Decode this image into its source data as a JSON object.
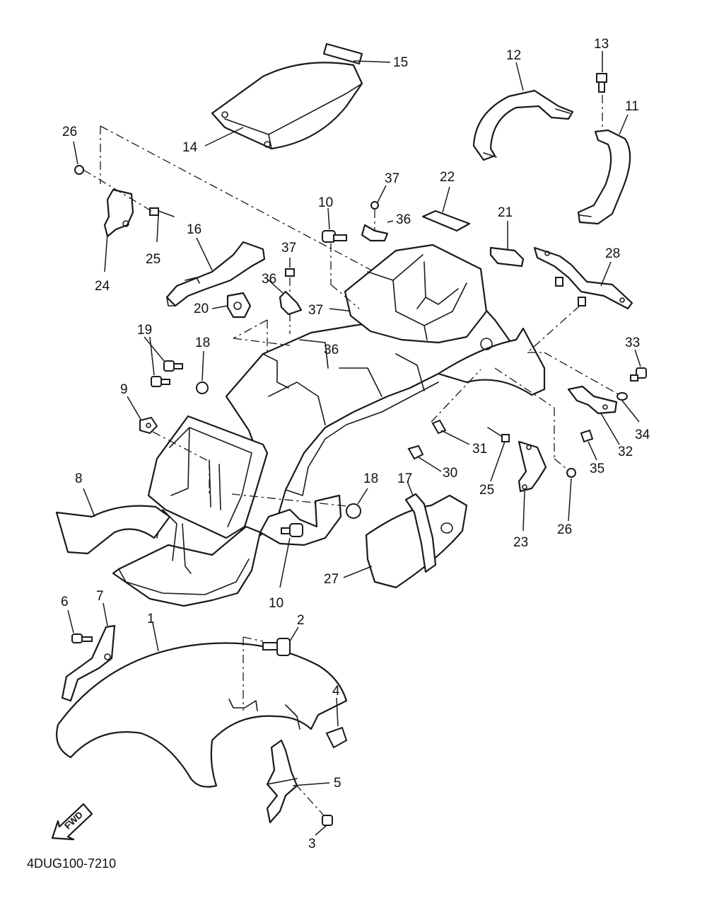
{
  "diagram": {
    "code": "4DUG100-7210",
    "fwd_label": "FWD",
    "callouts": [
      {
        "id": "c15",
        "label": "15"
      },
      {
        "id": "c14",
        "label": "14"
      },
      {
        "id": "c12",
        "label": "12"
      },
      {
        "id": "c13",
        "label": "13"
      },
      {
        "id": "c11",
        "label": "11"
      },
      {
        "id": "c26a",
        "label": "26"
      },
      {
        "id": "c25a",
        "label": "25"
      },
      {
        "id": "c24",
        "label": "24"
      },
      {
        "id": "c16",
        "label": "16"
      },
      {
        "id": "c10a",
        "label": "10"
      },
      {
        "id": "c37a",
        "label": "37"
      },
      {
        "id": "c36a",
        "label": "36"
      },
      {
        "id": "c22",
        "label": "22"
      },
      {
        "id": "c21",
        "label": "21"
      },
      {
        "id": "c28",
        "label": "28"
      },
      {
        "id": "c37b",
        "label": "37"
      },
      {
        "id": "c36b",
        "label": "36"
      },
      {
        "id": "c20",
        "label": "20"
      },
      {
        "id": "c37c",
        "label": "37"
      },
      {
        "id": "c36c",
        "label": "36"
      },
      {
        "id": "c19",
        "label": "19"
      },
      {
        "id": "c18a",
        "label": "18"
      },
      {
        "id": "c33",
        "label": "33"
      },
      {
        "id": "c9",
        "label": "9"
      },
      {
        "id": "c34",
        "label": "34"
      },
      {
        "id": "c32",
        "label": "32"
      },
      {
        "id": "c31",
        "label": "31"
      },
      {
        "id": "c35",
        "label": "35"
      },
      {
        "id": "c30",
        "label": "30"
      },
      {
        "id": "c25b",
        "label": "25"
      },
      {
        "id": "c8",
        "label": "8"
      },
      {
        "id": "c17",
        "label": "17"
      },
      {
        "id": "c18b",
        "label": "18"
      },
      {
        "id": "c26b",
        "label": "26"
      },
      {
        "id": "c23",
        "label": "23"
      },
      {
        "id": "c27",
        "label": "27"
      },
      {
        "id": "c10b",
        "label": "10"
      },
      {
        "id": "c6",
        "label": "6"
      },
      {
        "id": "c7",
        "label": "7"
      },
      {
        "id": "c1",
        "label": "1"
      },
      {
        "id": "c2",
        "label": "2"
      },
      {
        "id": "c4",
        "label": "4"
      },
      {
        "id": "c5",
        "label": "5"
      },
      {
        "id": "c3",
        "label": "3"
      }
    ]
  }
}
